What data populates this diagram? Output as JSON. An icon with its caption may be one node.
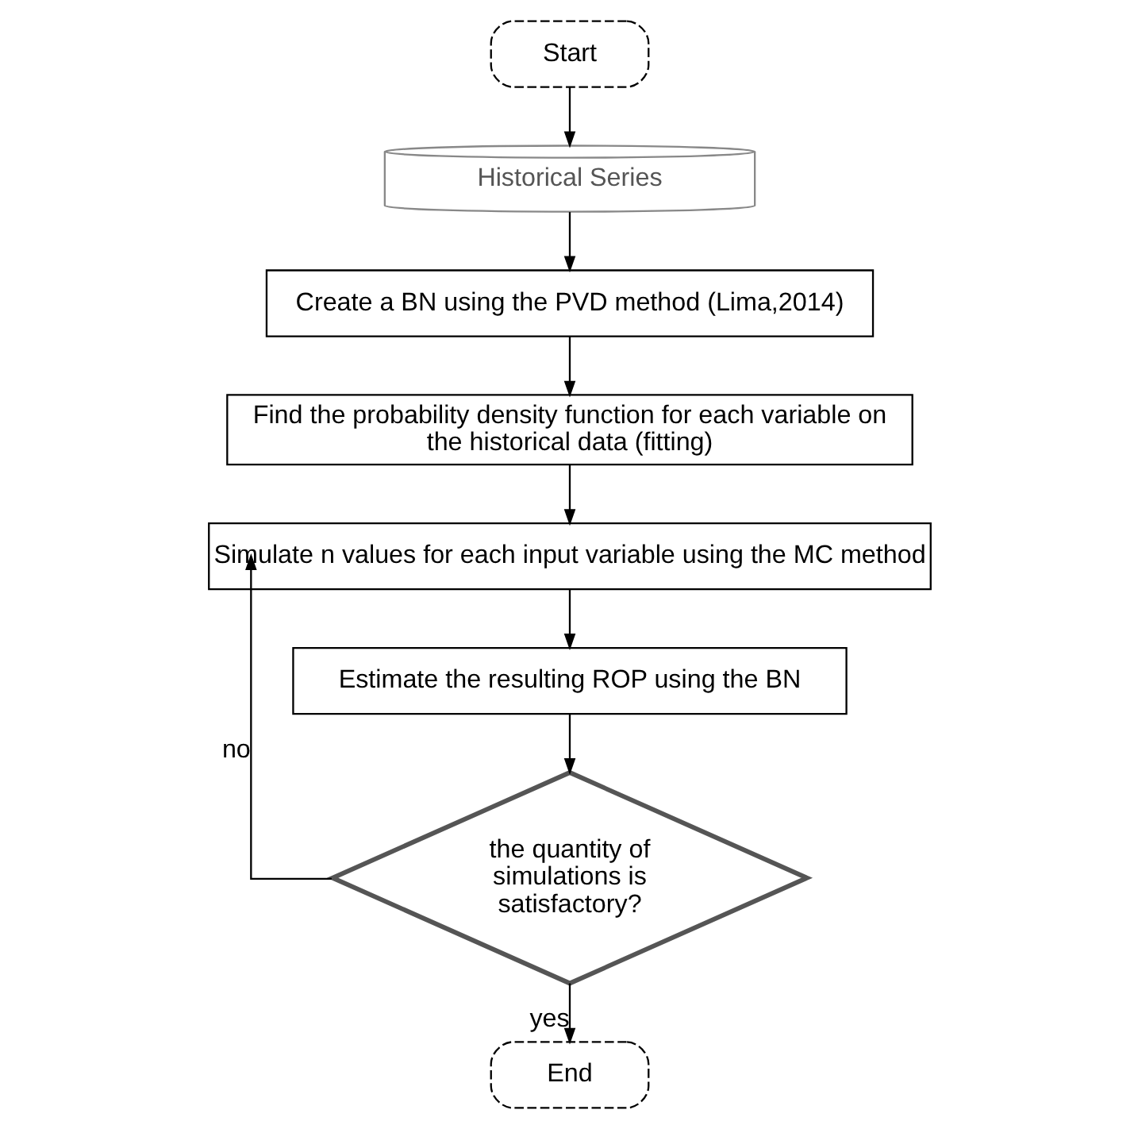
{
  "diagram": {
    "nodes": [
      {
        "text": [
          "Start"
        ]
      },
      {
        "text": [
          "Historical Series"
        ]
      },
      {
        "text": [
          "Create a BN using the PVD method (Lima,2014)"
        ]
      },
      {
        "text": [
          "Find the probability density function for each variable on the historical data (fitting)"
        ]
      },
      {
        "text": [
          "Simulate n values for each input variable using the MC method"
        ]
      },
      {
        "text": [
          "Estimate the resulting ROP using the BN"
        ]
      },
      {
        "text": [
          "the quantity of simulations is satisfactory?"
        ]
      },
      {
        "text": [
          "End"
        ]
      }
    ],
    "edges": [
      {
        "from": 0,
        "to": 1,
        "arrow": "to"
      },
      {
        "from": 1,
        "to": 2,
        "arrow": "to"
      },
      {
        "from": 2,
        "to": 3,
        "arrow": "to"
      },
      {
        "from": 3,
        "to": 4,
        "arrow": "to"
      },
      {
        "from": 4,
        "to": 5,
        "arrow": "to"
      },
      {
        "from": 5,
        "to": 6,
        "arrow": "to"
      },
      {
        "from": 6,
        "to": 4,
        "arrow": "to",
        "label": "no"
      },
      {
        "from": 6,
        "to": 7,
        "arrow": "to",
        "label": "yes"
      }
    ]
  }
}
